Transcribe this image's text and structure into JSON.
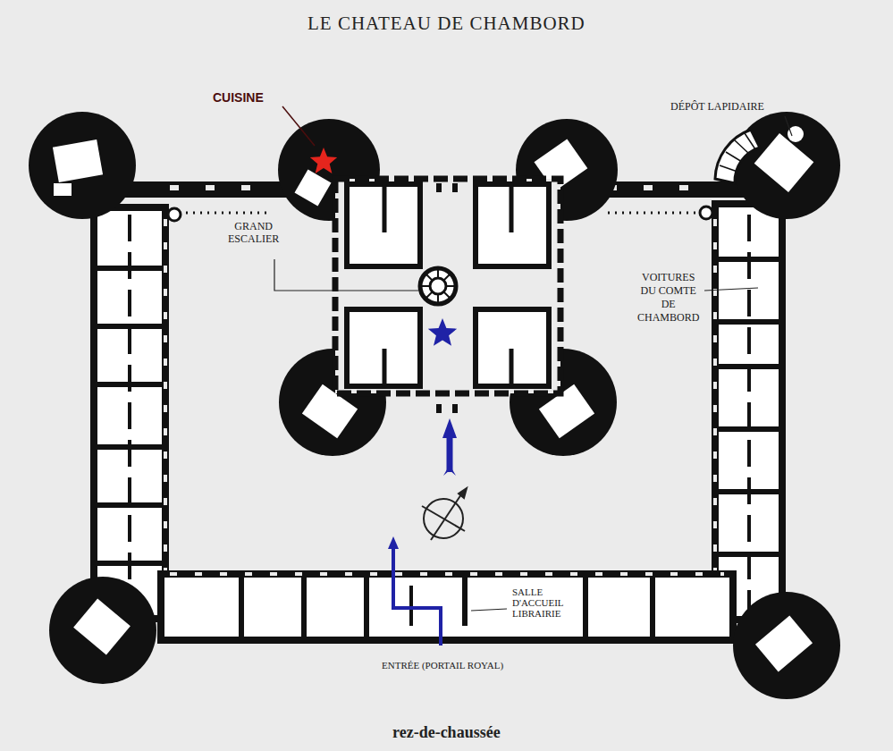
{
  "diagram": {
    "title": "LE CHATEAU DE CHAMBORD",
    "caption": "rez-de-chaussée",
    "labels": [
      "CUISINE",
      "DÉPÔT LAPIDAIRE",
      "GRAND ESCALIER",
      "VOITURES DU COMTE DE CHAMBORD",
      "SALLE D'ACCUEIL LIBRAIRIE",
      "ENTRÉE (PORTAIL ROYAL)"
    ]
  }
}
